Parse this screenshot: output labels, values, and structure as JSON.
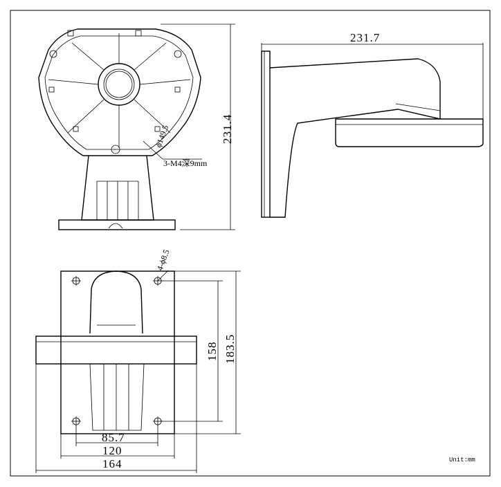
{
  "drawing": {
    "front_view": {
      "height_dim": "231.4",
      "diameter_label": "ϕ149.5",
      "screw_label": "3-M4深9mm"
    },
    "side_view": {
      "width_dim": "231.7"
    },
    "bottom_view": {
      "hole_label": "4-ϕ8.5",
      "dim_hole_x": "85.7",
      "dim_plate_width": "120",
      "dim_total_width": "164",
      "dim_hole_y": "158",
      "dim_plate_height": "183.5"
    },
    "unit_label": "Unit:mm"
  }
}
